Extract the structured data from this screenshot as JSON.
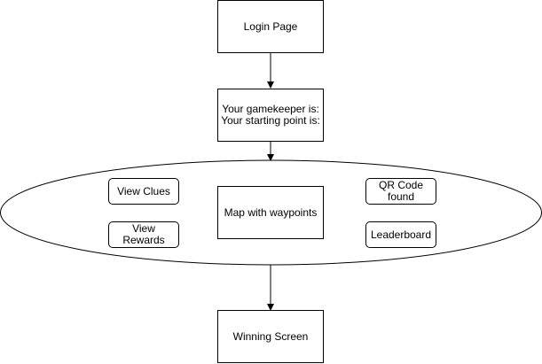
{
  "diagram": {
    "colors": {
      "stroke": "#000000",
      "fill": "#ffffff",
      "text": "#000000"
    },
    "nodes": {
      "login": "Login Page",
      "info": "Your gamekeeper is:\nYour starting point is:",
      "map": "Map with waypoints",
      "view_clues": "View Clues",
      "view_rewards": "View\nRewards",
      "qr_code": "QR Code\nfound",
      "leaderboard": "Leaderboard",
      "winning": "Winning Screen"
    }
  }
}
